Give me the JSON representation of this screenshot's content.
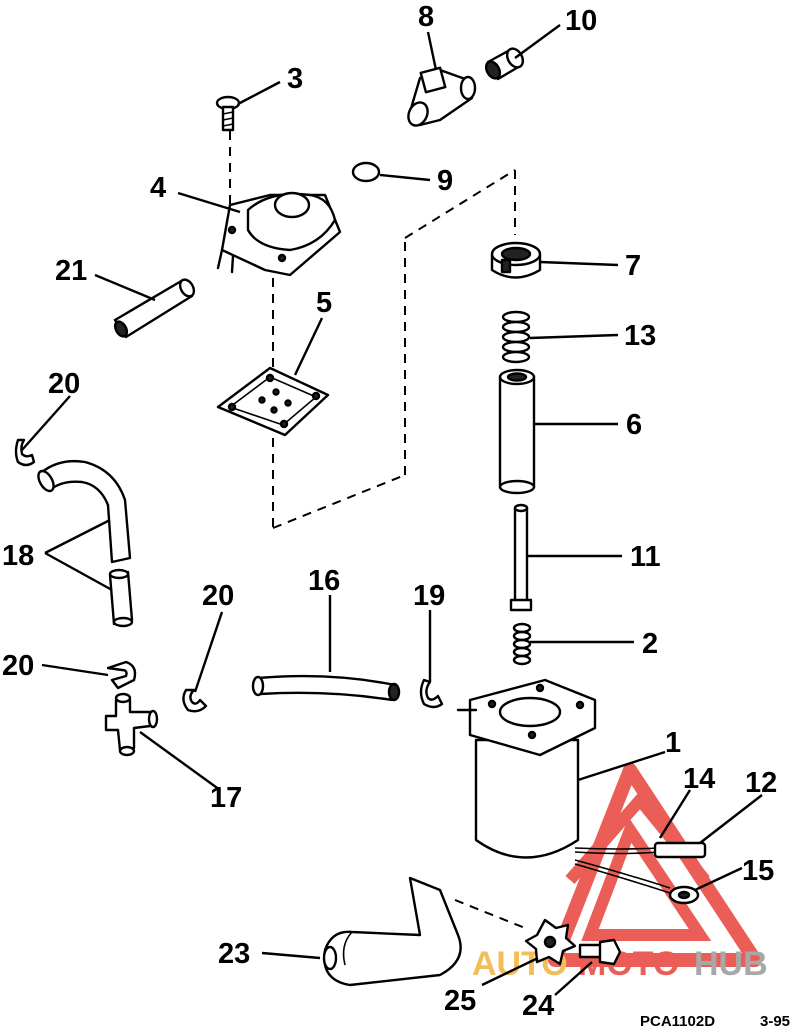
{
  "diagram": {
    "callouts": {
      "c1": "1",
      "c2": "2",
      "c3": "3",
      "c4": "4",
      "c5": "5",
      "c6": "6",
      "c7": "7",
      "c8": "8",
      "c9": "9",
      "c10": "10",
      "c11": "11",
      "c12": "12",
      "c13": "13",
      "c14": "14",
      "c15": "15",
      "c16": "16",
      "c17": "17",
      "c18": "18",
      "c19": "19",
      "c20a": "20",
      "c20b": "20",
      "c20c": "20",
      "c21": "21",
      "c23": "23",
      "c24": "24",
      "c25": "25"
    },
    "figure_ref": "PCA1102D",
    "figure_date": "3-95"
  },
  "watermark": {
    "brand_a": "AUTO",
    "brand_b": "MOTO",
    "brand_c": "HUB",
    "color_primary": "#e8423a",
    "color_secondary": "#f2b33d",
    "color_tertiary": "#9a9a9a"
  }
}
